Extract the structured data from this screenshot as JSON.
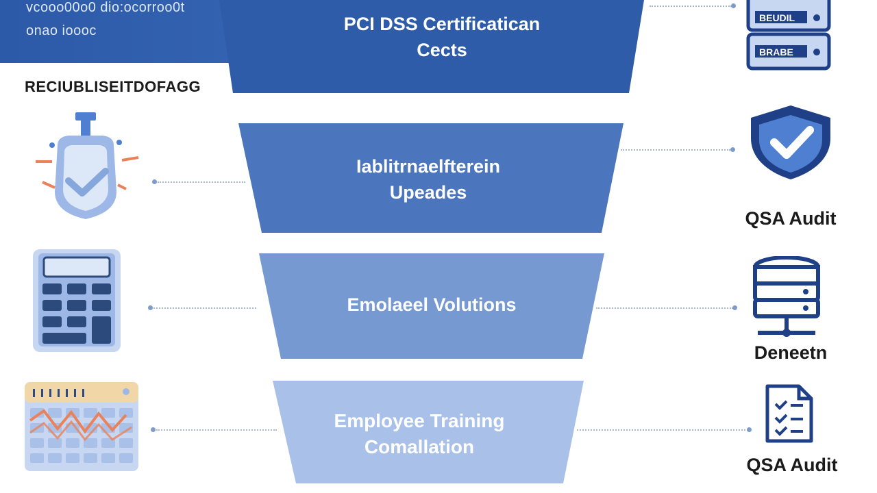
{
  "header": {
    "line1": "vcooo00o0 dio:ocorroo0t",
    "line2": "onao ioooc"
  },
  "left_title": "RECIUBLISEITDOFAGG",
  "stages": [
    {
      "line1": "PCI DSS Certificatican",
      "line2": "Cects",
      "color": "#2f5ca9"
    },
    {
      "line1": "Iablitrnaelfterein",
      "line2": "Upeades",
      "color": "#4b76bd"
    },
    {
      "line1": "Emolaeel Volutions",
      "line2": "",
      "color": "#7699d2"
    },
    {
      "line1": "Employee Training",
      "line2": "Comallation",
      "color": "#a9c1e8"
    }
  ],
  "server_labels": [
    "BEUDIL",
    "BRABE"
  ],
  "right_labels": {
    "audit_1": "QSA Audit",
    "database": "Deneetn",
    "audit_2": "QSA Audit"
  },
  "colors": {
    "navy": "#1f3f86",
    "accent_orange": "#e9825a",
    "light_blue": "#c7d7f2"
  },
  "icons": [
    "server-rack-icon",
    "shield-check-icon",
    "database-icon",
    "checklist-document-icon",
    "security-badge-icon",
    "calculator-icon",
    "calendar-chart-icon"
  ]
}
